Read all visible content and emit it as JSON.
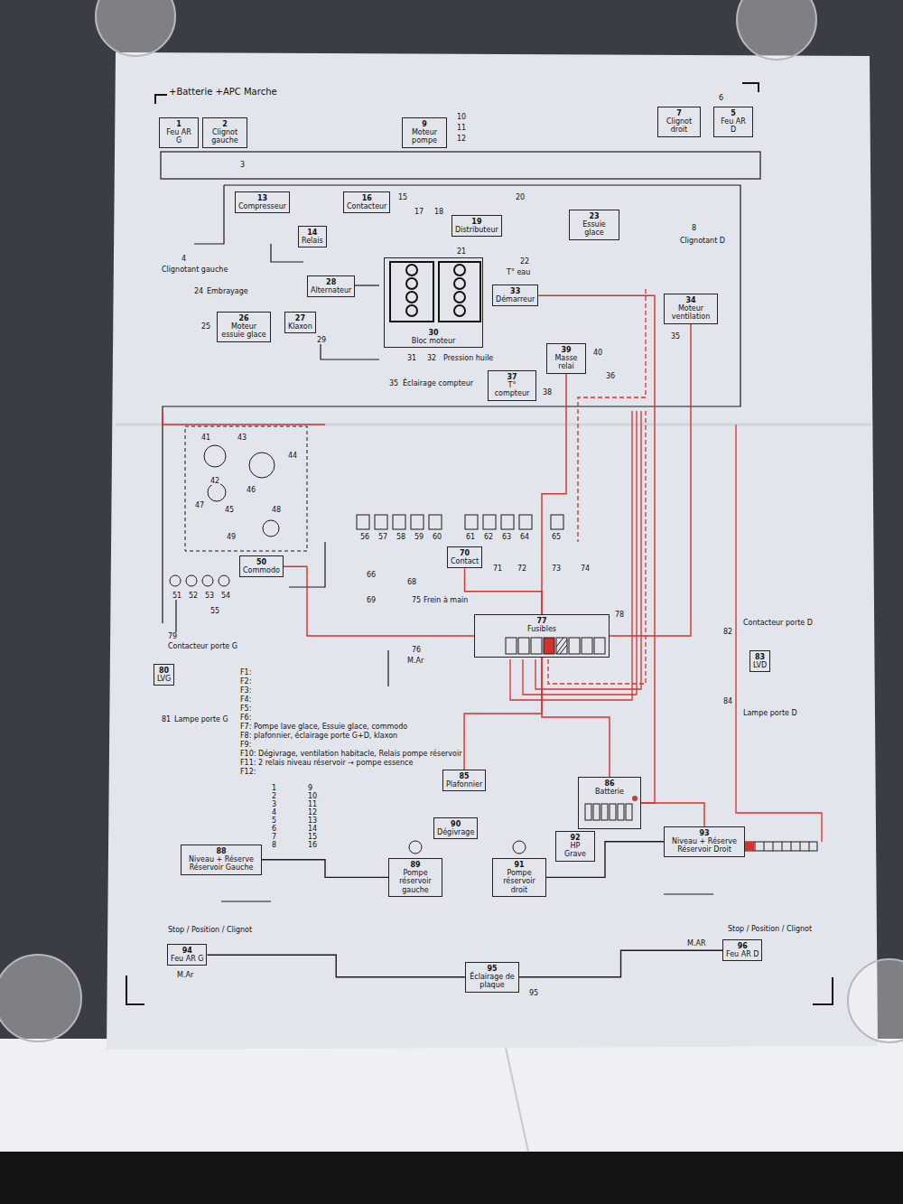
{
  "diagram": {
    "title": "+Batterie +APC Marche",
    "nodes": [
      {
        "text": [
          "1",
          "Feu AR G"
        ]
      },
      {
        "text": [
          "2",
          "Clignot gauche"
        ]
      },
      {
        "text": [
          "9",
          "Moteur pompe"
        ]
      },
      {
        "text": [
          "7",
          "Clignot droit"
        ]
      },
      {
        "text": [
          "5",
          "Feu AR D"
        ]
      },
      {
        "text": [
          "13",
          "Compresseur"
        ]
      },
      {
        "text": [
          "14",
          "Relais"
        ]
      },
      {
        "text": [
          "16",
          "Contacteur"
        ]
      },
      {
        "text": [
          "19",
          "Distributeur"
        ]
      },
      {
        "text": [
          "23",
          "Essuie glace"
        ]
      },
      {
        "text": [
          "28",
          "Alternateur"
        ]
      },
      {
        "text": [
          "30",
          "Bloc moteur"
        ]
      },
      {
        "text": [
          "33",
          "Démarreur"
        ]
      },
      {
        "text": [
          "34",
          "Moteur ventilation"
        ]
      },
      {
        "text": [
          "26",
          "Moteur essuie glace"
        ]
      },
      {
        "text": [
          "27",
          "Klaxon"
        ]
      },
      {
        "text": [
          "37",
          "T° compteur"
        ]
      },
      {
        "text": [
          "39",
          "Masse relai"
        ]
      },
      {
        "text": [
          "50",
          "Commodo"
        ]
      },
      {
        "text": [
          "70",
          "Contact"
        ]
      },
      {
        "text": [
          "77",
          "Fusibles"
        ]
      },
      {
        "text": [
          "85",
          "Plafonnier"
        ]
      },
      {
        "text": [
          "86",
          "Batterie"
        ]
      },
      {
        "text": [
          "90",
          "Dégivrage"
        ]
      },
      {
        "text": [
          "89",
          "Pompe réservoir gauche"
        ]
      },
      {
        "text": [
          "91",
          "Pompe réservoir droit"
        ]
      },
      {
        "text": [
          "92",
          "HP Grave"
        ]
      },
      {
        "text": [
          "88",
          "Niveau + Réserve Réservoir Gauche"
        ]
      },
      {
        "text": [
          "93",
          "Niveau + Réserve Réservoir Droit"
        ]
      },
      {
        "text": [
          "94",
          "Feu AR G"
        ]
      },
      {
        "text": [
          "96",
          "Feu AR D"
        ]
      },
      {
        "text": [
          "95",
          "Éclairage de plaque"
        ]
      },
      {
        "text": [
          "80",
          "LVG"
        ]
      },
      {
        "text": [
          "83",
          "LVD"
        ]
      }
    ],
    "edges": [
      {
        "from": 22,
        "to": 20,
        "arrow": "none"
      },
      {
        "from": 22,
        "to": 12,
        "arrow": "none"
      },
      {
        "from": 20,
        "to": 19,
        "arrow": "none"
      },
      {
        "from": 20,
        "to": 18,
        "arrow": "none"
      },
      {
        "from": 20,
        "to": 13,
        "arrow": "none"
      },
      {
        "from": 21,
        "to": 20,
        "arrow": "none"
      },
      {
        "from": 22,
        "to": 28,
        "arrow": "none"
      },
      {
        "from": 20,
        "to": 17,
        "arrow": "none"
      },
      {
        "from": 24,
        "to": 27,
        "arrow": "none"
      },
      {
        "from": 25,
        "to": 28,
        "arrow": "none"
      },
      {
        "from": 31,
        "to": 29,
        "arrow": "none"
      },
      {
        "from": 31,
        "to": 30,
        "arrow": "none"
      }
    ],
    "labels": [
      "3",
      "4",
      "Clignotant gauche",
      "6",
      "8",
      "Clignotant D",
      "10",
      "11",
      "12",
      "15",
      "17",
      "18",
      "20",
      "21",
      "22",
      "T° eau",
      "24",
      "Embrayage",
      "25",
      "29",
      "31",
      "32",
      "Pression huile",
      "35",
      "35",
      "Éclairage compteur",
      "36",
      "38",
      "40",
      "41",
      "42",
      "43",
      "44",
      "45",
      "46",
      "47",
      "48",
      "49",
      "51",
      "52",
      "53",
      "54",
      "55",
      "56",
      "57",
      "58",
      "59",
      "60",
      "61",
      "62",
      "63",
      "64",
      "65",
      "66",
      "68",
      "69",
      "71",
      "72",
      "73",
      "74",
      "75",
      "Frein à main",
      "76",
      "M.Ar",
      "78",
      "79",
      "Contacteur porte G",
      "81",
      "Lampe porte G",
      "82",
      "Contacteur porte D",
      "84",
      "Lampe porte D",
      "F1:",
      "F2:",
      "F3:",
      "F4:",
      "F5:",
      "F6:",
      "F7: Pompe lave glace, Essuie glace, commodo",
      "F8: plafonnier, éclairage porte G+D, klaxon",
      "F9:",
      "F10: Dégivrage, ventilation habitacle, Relais pompe réservoir",
      "F11: 2 relais niveau réservoir → pompe essence",
      "F12:",
      "1",
      "2",
      "3",
      "4",
      "5",
      "6",
      "7",
      "8",
      "9",
      "10",
      "11",
      "12",
      "13",
      "14",
      "15",
      "16",
      "Stop / Position / Clignot",
      "M.Ar",
      "Stop / Position / Clignot",
      "M.AR",
      "95"
    ]
  }
}
